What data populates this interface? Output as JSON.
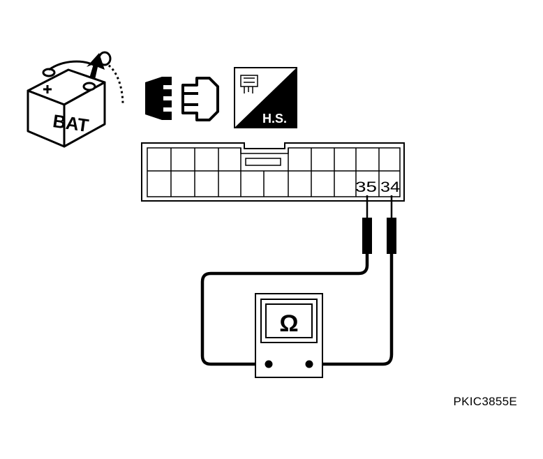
{
  "icons": {
    "battery": {
      "label": "BAT",
      "icon": "battery-disconnect-icon"
    },
    "connector": {
      "icon": "connector-disconnected-icon"
    },
    "harness_side": {
      "label": "H.S.",
      "icon": "harness-side-icon"
    }
  },
  "connector": {
    "pins": {
      "left": "35",
      "right": "34"
    }
  },
  "meter": {
    "symbol": "Ω",
    "icon": "ohmmeter-icon"
  },
  "figure_ref": "PKIC3855E"
}
